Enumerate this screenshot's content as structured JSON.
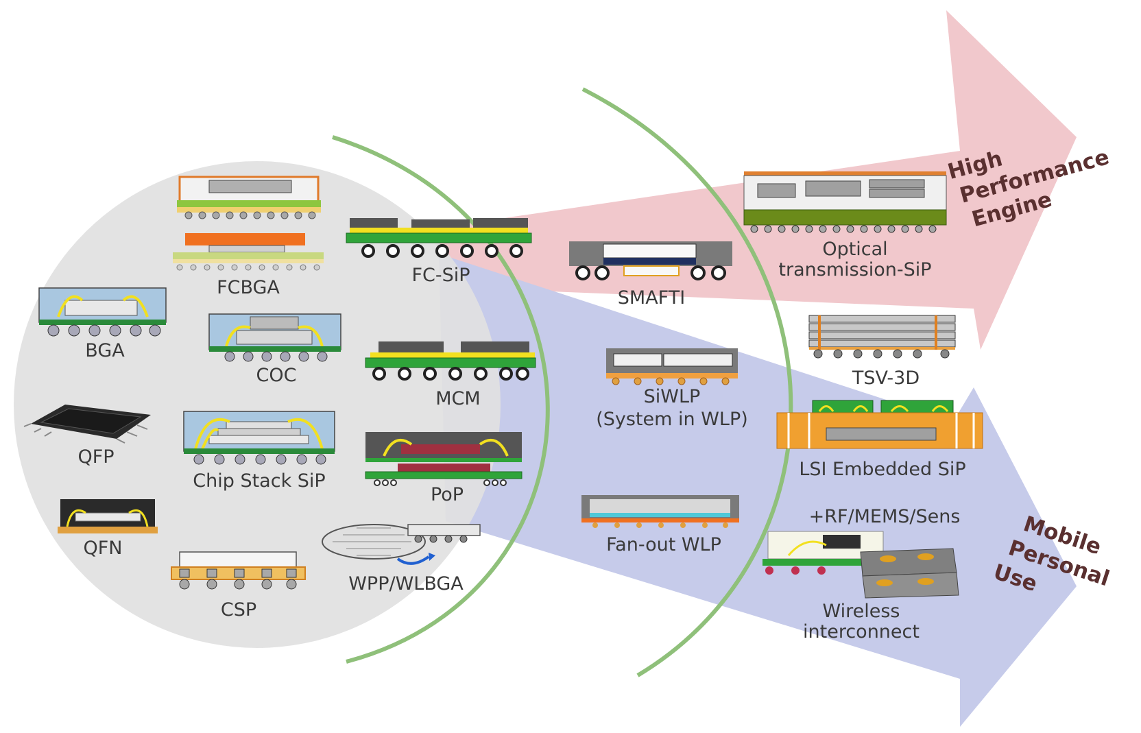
{
  "arrows": {
    "top": {
      "label_lines": [
        "High",
        "Performance",
        "Engine"
      ],
      "color": "#f1c8cc"
    },
    "bottom": {
      "label_lines": [
        "Mobile",
        "Personal",
        "Use"
      ],
      "color": "#c6cbea"
    }
  },
  "circle_color": "#e1e1e1",
  "arc_color": "#8fc07a",
  "packages": {
    "fcbga": "FCBGA",
    "bga": "BGA",
    "coc": "COC",
    "qfp": "QFP",
    "chip_stack_sip": "Chip Stack SiP",
    "qfn": "QFN",
    "csp": "CSP",
    "fc_sip": "FC-SiP",
    "mcm": "MCM",
    "pop": "PoP",
    "wpp_wlbga": "WPP/WLBGA",
    "smafti": "SMAFTI",
    "siwlp_line1": "SiWLP",
    "siwlp_line2": "(System in WLP)",
    "fanout_wlp": "Fan-out WLP",
    "optical_line1": "Optical",
    "optical_line2": "transmission-SiP",
    "tsv3d": "TSV-3D",
    "lsi_embedded": "LSI Embedded SiP",
    "rf_mems": "+RF/MEMS/Sens",
    "wireless_line1": "Wireless",
    "wireless_line2": "interconnect"
  }
}
